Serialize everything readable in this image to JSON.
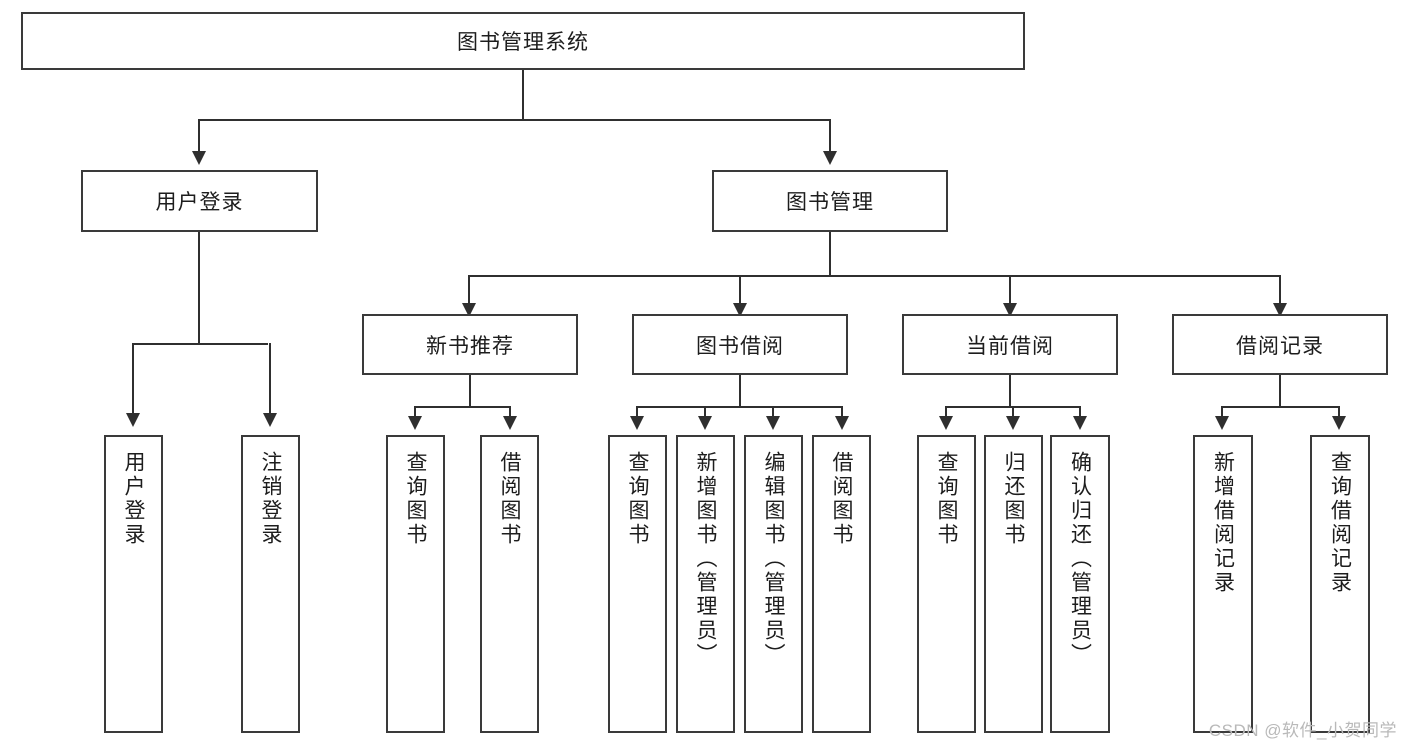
{
  "diagram": {
    "title": "图书管理系统",
    "type": "hierarchy-tree",
    "root": {
      "label": "图书管理系统"
    },
    "level2": [
      {
        "label": "用户登录"
      },
      {
        "label": "图书管理"
      }
    ],
    "level3": [
      {
        "label": "新书推荐"
      },
      {
        "label": "图书借阅"
      },
      {
        "label": "当前借阅"
      },
      {
        "label": "借阅记录"
      }
    ],
    "leaves": {
      "user_login": [
        {
          "label": "用户登录"
        },
        {
          "label": "注销登录"
        }
      ],
      "new_book_recommend": [
        {
          "label": "查询图书"
        },
        {
          "label": "借阅图书"
        }
      ],
      "book_borrow": [
        {
          "label": "查询图书"
        },
        {
          "label": "新增图书（管理员）"
        },
        {
          "label": "编辑图书（管理员）"
        },
        {
          "label": "借阅图书"
        }
      ],
      "current_borrow": [
        {
          "label": "查询图书"
        },
        {
          "label": "归还图书"
        },
        {
          "label": "确认归还（管理员）"
        }
      ],
      "borrow_record": [
        {
          "label": "新增借阅记录"
        },
        {
          "label": "查询借阅记录"
        }
      ]
    }
  },
  "watermark": {
    "text": "CSDN @软件_小贺同学"
  },
  "colors": {
    "box_border": "#3a3a3a",
    "line": "#2f2f2f",
    "text": "#1d1d1d",
    "background": "#ffffff",
    "watermark": "#b9b9b9"
  }
}
